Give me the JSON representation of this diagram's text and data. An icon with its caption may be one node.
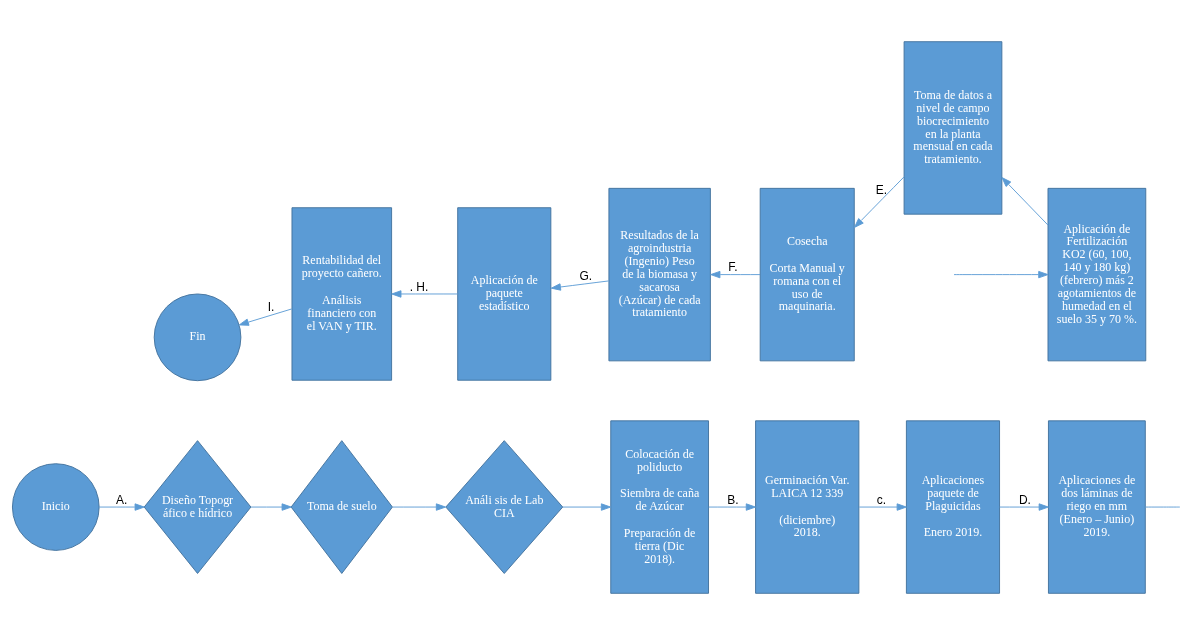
{
  "diagram": {
    "nodes": [
      {
        "text": [
          "Inicio"
        ]
      },
      {
        "text": [
          "Diseño Topogr áfico e hídrico"
        ]
      },
      {
        "text": [
          "Toma de suelo"
        ]
      },
      {
        "text": [
          "Análi sis de Lab CIA"
        ]
      },
      {
        "text": [
          "Colocación de poliducto",
          "Siembra de caña de Azúcar",
          "Preparación de tierra (Dic 2018)."
        ]
      },
      {
        "text": [
          "Germinación Var. LAICA 12 339",
          "(diciembre) 2018."
        ]
      },
      {
        "text": [
          "Aplicaciones paquete de Plaguicidas",
          "Enero 2019."
        ]
      },
      {
        "text": [
          "Aplicaciones de dos láminas de riego en mm (Enero – Junio) 2019."
        ]
      },
      {
        "text": [
          "Aplicación de Fertilización KO2 (60, 100, 140 y 180 kg) (febrero) más 2 agotamientos de humedad en el suelo 35 y 70 %."
        ]
      },
      {
        "text": [
          "Toma de datos a nivel de campo biocrecimiento en la planta mensual en cada tratamiento."
        ]
      },
      {
        "text": [
          "Cosecha",
          "Corta Manual y romana con el uso de maquinaria."
        ]
      },
      {
        "text": [
          "Resultados de la agroindustria (Ingenio) Peso de la biomasa y sacarosa (Azúcar) de cada tratamiento"
        ]
      },
      {
        "text": [
          "Aplicación de paquete estadístico"
        ]
      },
      {
        "text": [
          "Rentabilidad del proyecto cañero.",
          "Análisis financiero con el VAN y TIR."
        ]
      },
      {
        "text": [
          "Fin"
        ]
      }
    ],
    "edges": [
      {
        "from": 0,
        "to": 1,
        "arrow": "to",
        "label": "A."
      },
      {
        "from": 1,
        "to": 2,
        "arrow": "to"
      },
      {
        "from": 2,
        "to": 3,
        "arrow": "to"
      },
      {
        "from": 3,
        "to": 4,
        "arrow": "to"
      },
      {
        "from": 4,
        "to": 5,
        "arrow": "to",
        "label": "B."
      },
      {
        "from": 5,
        "to": 6,
        "arrow": "to",
        "label": "c."
      },
      {
        "from": 6,
        "to": 7,
        "arrow": "to",
        "label": "D."
      },
      {
        "from": 7,
        "to": null,
        "arrow": "none"
      },
      {
        "from": null,
        "to": 8,
        "arrow": "to"
      },
      {
        "from": 8,
        "to": 9,
        "arrow": "to"
      },
      {
        "from": 9,
        "to": 10,
        "arrow": "to",
        "label": "E."
      },
      {
        "from": 10,
        "to": 11,
        "arrow": "to",
        "label": "F."
      },
      {
        "from": 11,
        "to": 12,
        "arrow": "to",
        "label": "G."
      },
      {
        "from": 12,
        "to": 13,
        "arrow": "to",
        "label": ". H."
      },
      {
        "from": 13,
        "to": 14,
        "arrow": "to",
        "label": "I."
      }
    ]
  }
}
